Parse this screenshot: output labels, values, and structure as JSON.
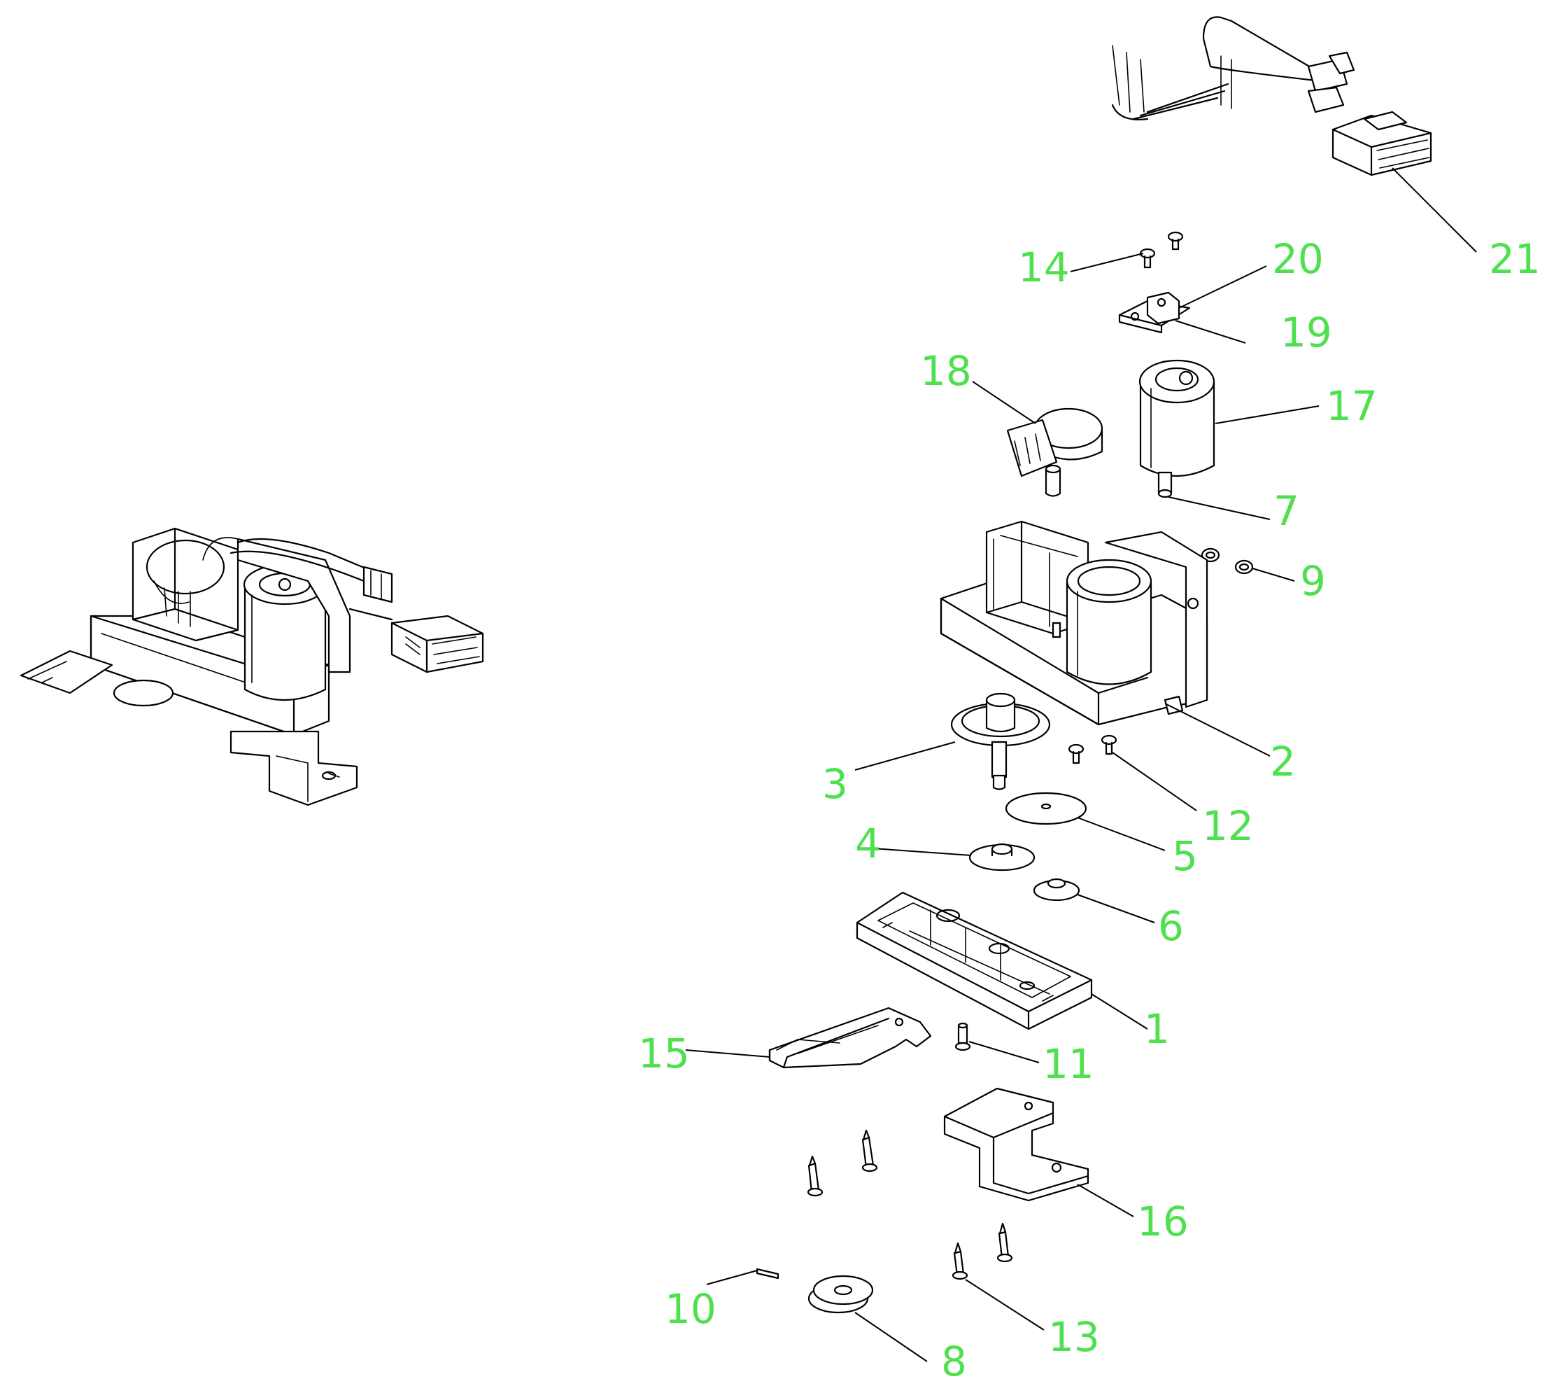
{
  "callouts": [
    {
      "id": "1",
      "label": "1"
    },
    {
      "id": "2",
      "label": "2"
    },
    {
      "id": "3",
      "label": "3"
    },
    {
      "id": "4",
      "label": "4"
    },
    {
      "id": "5",
      "label": "5"
    },
    {
      "id": "6",
      "label": "6"
    },
    {
      "id": "7",
      "label": "7"
    },
    {
      "id": "8",
      "label": "8"
    },
    {
      "id": "9",
      "label": "9"
    },
    {
      "id": "10",
      "label": "10"
    },
    {
      "id": "11",
      "label": "11"
    },
    {
      "id": "12",
      "label": "12"
    },
    {
      "id": "13",
      "label": "13"
    },
    {
      "id": "14",
      "label": "14"
    },
    {
      "id": "15",
      "label": "15"
    },
    {
      "id": "16",
      "label": "16"
    },
    {
      "id": "17",
      "label": "17"
    },
    {
      "id": "18",
      "label": "18"
    },
    {
      "id": "19",
      "label": "19"
    },
    {
      "id": "20",
      "label": "20"
    },
    {
      "id": "21",
      "label": "21"
    }
  ],
  "colors": {
    "label": "#4ee04e",
    "line": "#000000",
    "background": "#ffffff"
  }
}
